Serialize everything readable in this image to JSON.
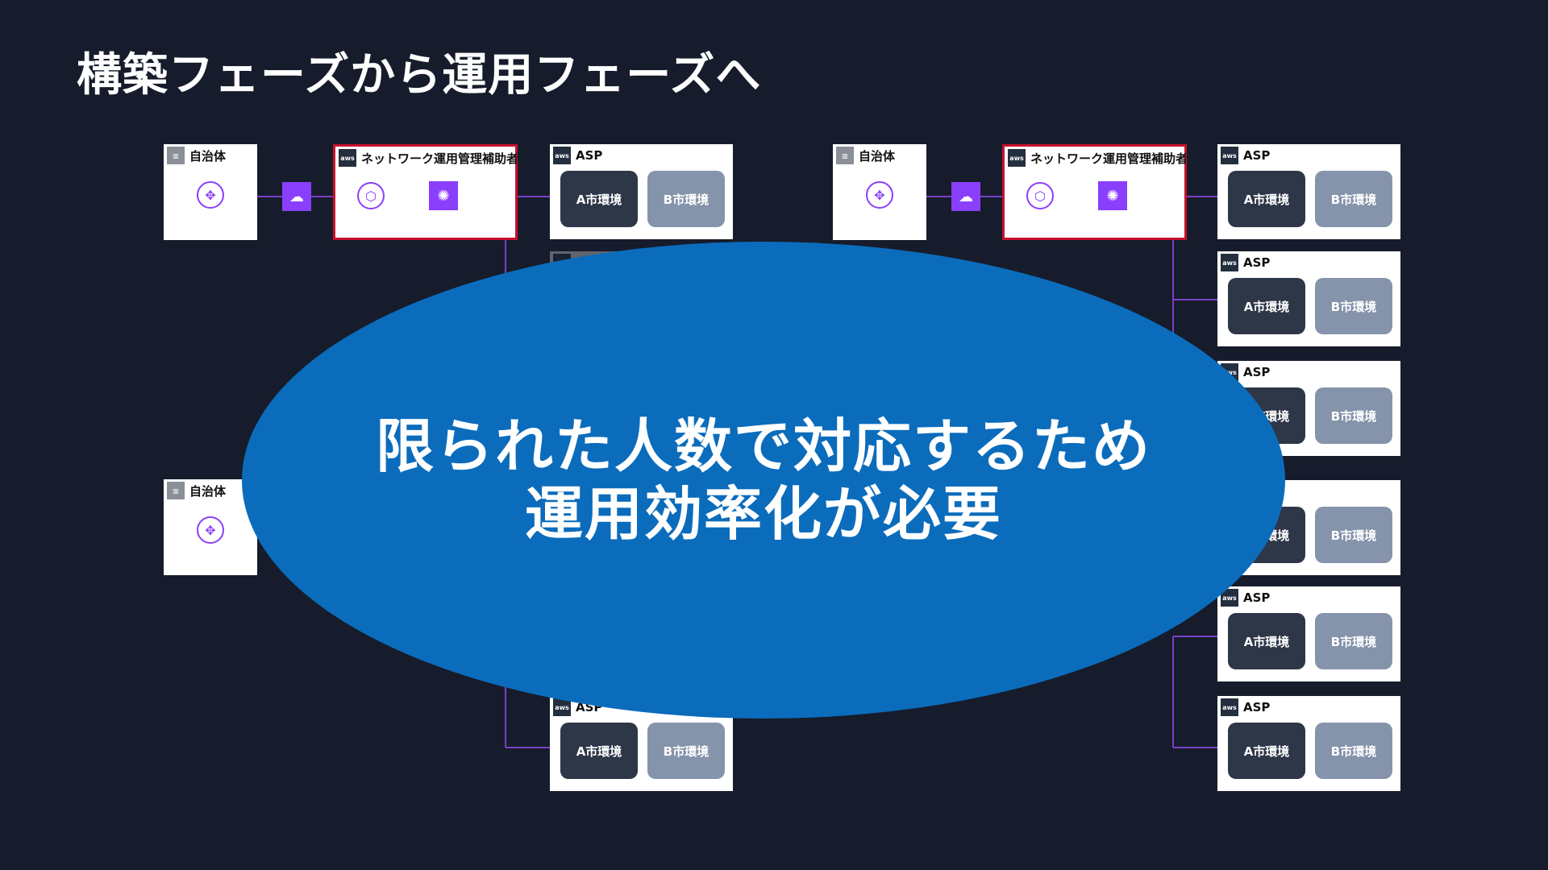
{
  "page": {
    "title": "構築フェーズから運用フェーズへ"
  },
  "labels": {
    "municipality": "自治体",
    "network_helper": "ネットワーク運用管理補助者",
    "asp": "ASP",
    "env_a": "A市環境",
    "env_b": "B市環境",
    "aws": "aws"
  },
  "overlay": {
    "line1": "限られた人数で対応するため",
    "line2": "運用効率化が必要"
  },
  "colors": {
    "background": "#161c2b",
    "overlay": "#0b6cbc",
    "accent_purple": "#8a3ffc",
    "helper_border": "#c8102e",
    "env_a": "#2e3748",
    "env_b": "#8594ab"
  },
  "icons": [
    "building-icon",
    "aws-logo-icon",
    "router-icon",
    "cloud-gateway-icon",
    "transit-gateway-icon",
    "hub-icon"
  ]
}
